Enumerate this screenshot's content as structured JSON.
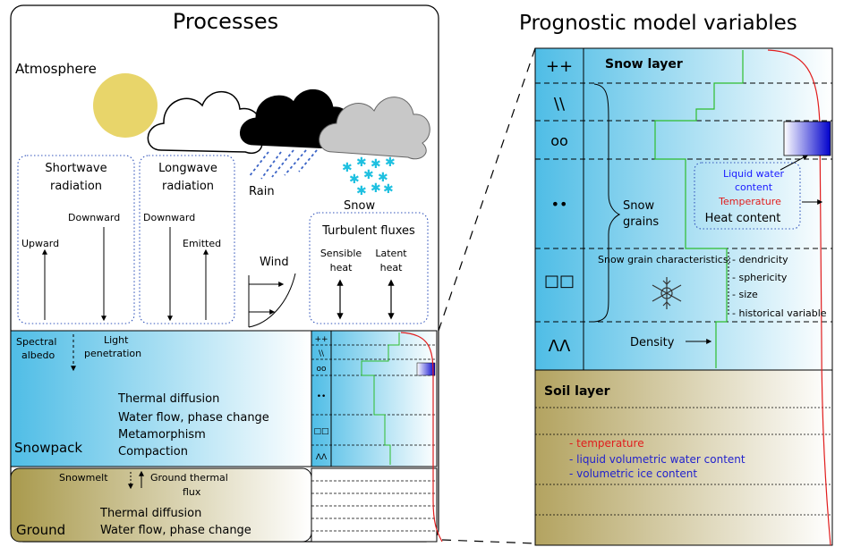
{
  "left_panel": {
    "title": "Processes",
    "atmosphere": "Atmosphere",
    "shortwave": {
      "line1": "Shortwave",
      "line2": "radiation",
      "upward": "Upward",
      "downward": "Downward"
    },
    "longwave": {
      "line1": "Longwave",
      "line2": "radiation",
      "downward": "Downward",
      "emitted": "Emitted"
    },
    "rain": "Rain",
    "snow": "Snow",
    "wind": "Wind",
    "turbulent": {
      "title": "Turbulent fluxes",
      "sensible1": "Sensible",
      "sensible2": "heat",
      "latent1": "Latent",
      "latent2": "heat"
    },
    "snowpack": {
      "spectral1": "Spectral",
      "spectral2": "albedo",
      "light1": "Light",
      "light2": "penetration",
      "processes": [
        "Thermal diffusion",
        "Water flow, phase change",
        "Metamorphism",
        "Compaction"
      ],
      "label": "Snowpack"
    },
    "ground": {
      "snowmelt": "Snowmelt",
      "thermal_flux1": "Ground thermal",
      "thermal_flux2": "flux",
      "processes": [
        "Thermal diffusion",
        "Water flow, phase change"
      ],
      "label": "Ground"
    },
    "mini_layer_symbols": [
      "++",
      "\\\\",
      "oo",
      "••",
      "□□",
      "ΛΛ"
    ]
  },
  "right_panel": {
    "title": "Prognostic model variables",
    "layer_symbols": [
      "++",
      "\\\\",
      "oo",
      "••",
      "□□",
      "ΛΛ"
    ],
    "snow_layer": "Snow layer",
    "snow_grains1": "Snow",
    "snow_grains2": "grains",
    "liquid_water1": "Liquid water",
    "liquid_water2": "content",
    "temperature": "Temperature",
    "heat_content": "Heat content",
    "grain_char_title": "Snow grain characteristics:",
    "grain_chars": [
      "- dendricity",
      "- sphericity",
      "- size",
      "- historical variable"
    ],
    "density": "Density",
    "soil_layer": "Soil layer",
    "soil_vars": [
      "- temperature",
      "- liquid volumetric water content",
      "- volumetric ice content"
    ]
  },
  "colors": {
    "sun": "#e8d56a",
    "snow_blue": "#5bc8e6",
    "grain_line": "#2ebd2e",
    "temperature_curve": "#e11d1d",
    "liquid_water": "#1a1aff",
    "temperature_text": "#e11d1d",
    "soil_text_blue": "#2222cc",
    "rain": "#3a63c6",
    "snowflake": "#1ec0e0"
  }
}
